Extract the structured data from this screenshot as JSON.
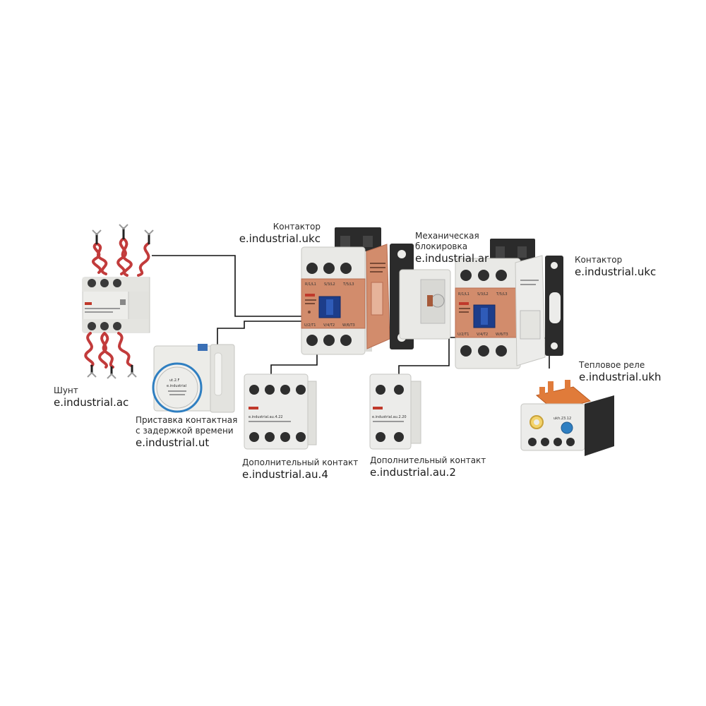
{
  "labels": {
    "shunt": {
      "caption": "Шунт",
      "code": "e.industrial.ac"
    },
    "contactor_left": {
      "caption": "Контактор",
      "code": "e.industrial.ukc"
    },
    "interlock": {
      "caption_line1": "Механическая",
      "caption_line2": "блокировка",
      "code": "e.industrial.ar"
    },
    "contactor_right": {
      "caption": "Контактор",
      "code": "e.industrial.ukc"
    },
    "timer": {
      "caption_line1": "Приставка контактная",
      "caption_line2": "с задержкой времени",
      "code": "e.industrial.ut"
    },
    "aux4": {
      "caption": "Дополнительный контакт",
      "code": "e.industrial.au.4"
    },
    "aux2": {
      "caption": "Дополнительный контакт",
      "code": "e.industrial.au.2"
    },
    "thermal": {
      "caption": "Тепловое реле",
      "code": "e.industrial.ukh"
    }
  },
  "device_markings": {
    "contactor_terminals_top": [
      "R/1/L1",
      "S/3/L2",
      "T/5/L3"
    ],
    "contactor_terminals_bottom": [
      "U/2/T1",
      "V/4/T2",
      "W/6/T3"
    ],
    "timer_model": "ut.2.F",
    "timer_brand": "e.industrial",
    "aux4_model": "e.industrial.au.4.22",
    "aux2_model": "e.industrial.au.2.20",
    "thermal_model": "ukh.23.12"
  },
  "colors": {
    "device_body": "#e9e9e6",
    "front_panel": "#d28c6c",
    "terminal_block": "#2b2b2b",
    "wire": "#c23b3b",
    "connector_line": "#111111",
    "dial_blue": "#2f7fc1"
  }
}
